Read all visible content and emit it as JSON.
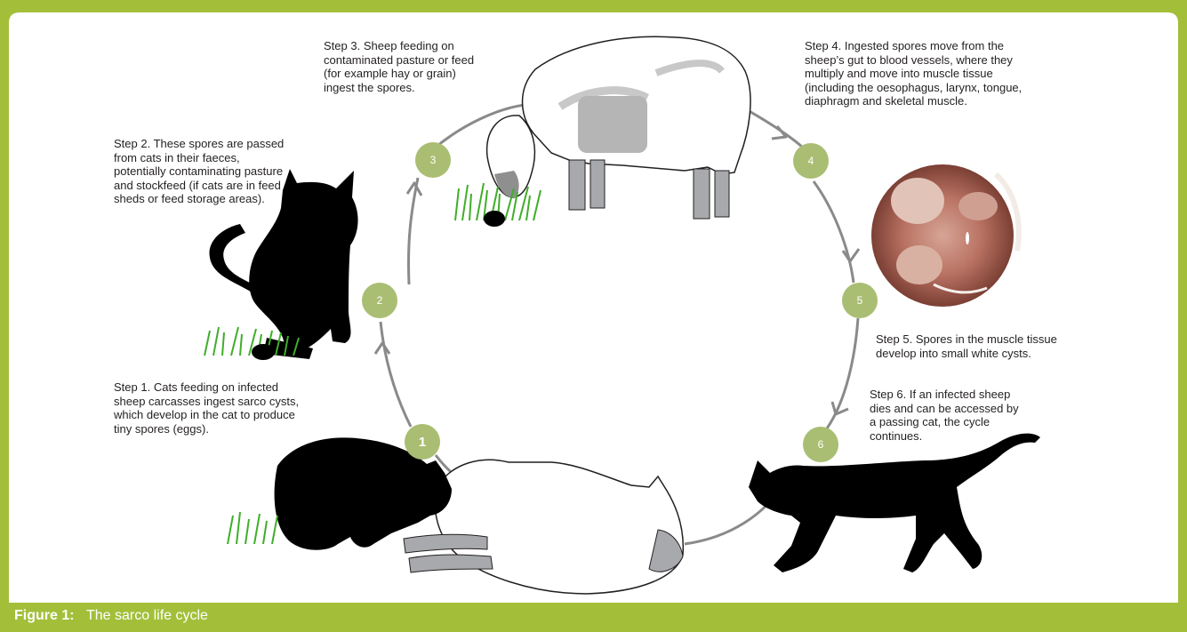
{
  "colors": {
    "frame_green": "#a3bf3a",
    "circle_green": "#a9be72",
    "arrow_grey": "#8a8a8a",
    "silhouette": "#000000",
    "sheep_leg_grey": "#a7a9ac"
  },
  "steps": [
    {
      "number": "1",
      "head": "Step 1.",
      "text": "Cats feeding on infected\nsheep carcasses ingest sarco cysts,\nwhich develop in the cat to produce\ntiny spores (eggs)."
    },
    {
      "number": "2",
      "head": "Step 2.",
      "text": "These spores are passed\nfrom cats in their faeces,\npotentially contaminating pasture\nand stockfeed (if cats are in feed\nsheds or feed storage areas)."
    },
    {
      "number": "3",
      "head": "Step 3.",
      "text": "Sheep feeding on\ncontaminated pasture or feed\n(for example hay or grain)\ningest the spores."
    },
    {
      "number": "4",
      "head": "Step 4.",
      "text": "Ingested spores move from the\nsheep’s gut to blood vessels, where they\nmultiply and move into muscle tissue\n(including the oesophagus, larynx, tongue,\ndiaphragm and skeletal muscle."
    },
    {
      "number": "5",
      "head": "Step 5.",
      "text": "Spores in the muscle tissue\ndevelop into small white cysts."
    },
    {
      "number": "6",
      "head": "Step 6.",
      "text": "If an infected sheep\ndies and can be accessed by\na passing cat, the cycle\ncontinues."
    }
  ],
  "caption": {
    "label": "Figure 1:",
    "text": "The sarco life cycle"
  },
  "icons": [
    "cat-eating-silhouette",
    "cat-sitting-silhouette",
    "cat-walking-silhouette",
    "grazing-sheep-outline",
    "dead-sheep-outline",
    "grass-tuft",
    "faeces-pellet",
    "infected-tissue-photo"
  ]
}
